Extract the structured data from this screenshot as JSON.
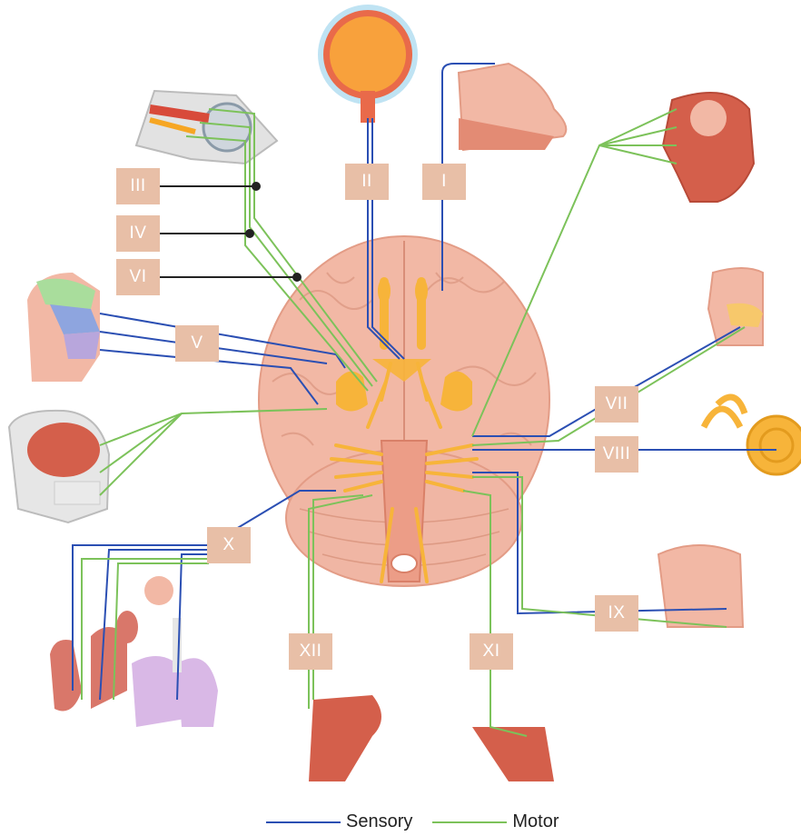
{
  "diagram": {
    "nerve_labels": {
      "I": "I",
      "II": "II",
      "III": "III",
      "IV": "IV",
      "V": "V",
      "VI": "VI",
      "VII": "VII",
      "VIII": "VIII",
      "IX": "IX",
      "X": "X",
      "XI": "XI",
      "XII": "XII"
    },
    "colors": {
      "sensory": "#2b4fb3",
      "motor": "#7cc25a",
      "label_box": "#e8bfa7",
      "brain": "#f2b8a5",
      "nerve_root": "#f7b43a",
      "pointer": "#222222"
    }
  },
  "legend": {
    "sensory_label": "Sensory",
    "motor_label": "Motor"
  }
}
